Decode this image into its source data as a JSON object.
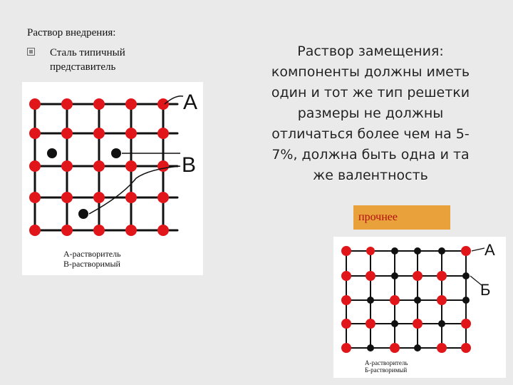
{
  "left": {
    "title": "Раствор внедрения:",
    "bullet_line1": "Сталь типичный",
    "bullet_line2": "представитель"
  },
  "right": {
    "lines": [
      "Раствор замещения:",
      "компоненты должны иметь",
      "один и тот же тип решетки",
      "размеры не должны",
      "отличаться более чем на 5-",
      "7%, должна быть одна и та",
      "же валентность"
    ]
  },
  "badge": {
    "label": "прочнее",
    "bg_color": "#e9a23b",
    "text_color": "#b10f0f"
  },
  "figure1": {
    "label_a": "А",
    "label_b": "В",
    "caption_line1": "А-растворитель",
    "caption_line2": "В-растворимый"
  },
  "figure2": {
    "label_a": "А",
    "label_b": "Б",
    "caption_line1": "А-растворитель",
    "caption_line2": "Б-растворимый"
  },
  "colors": {
    "atom_red": "#e0161b",
    "atom_black": "#111111",
    "background": "#eaeaea"
  }
}
